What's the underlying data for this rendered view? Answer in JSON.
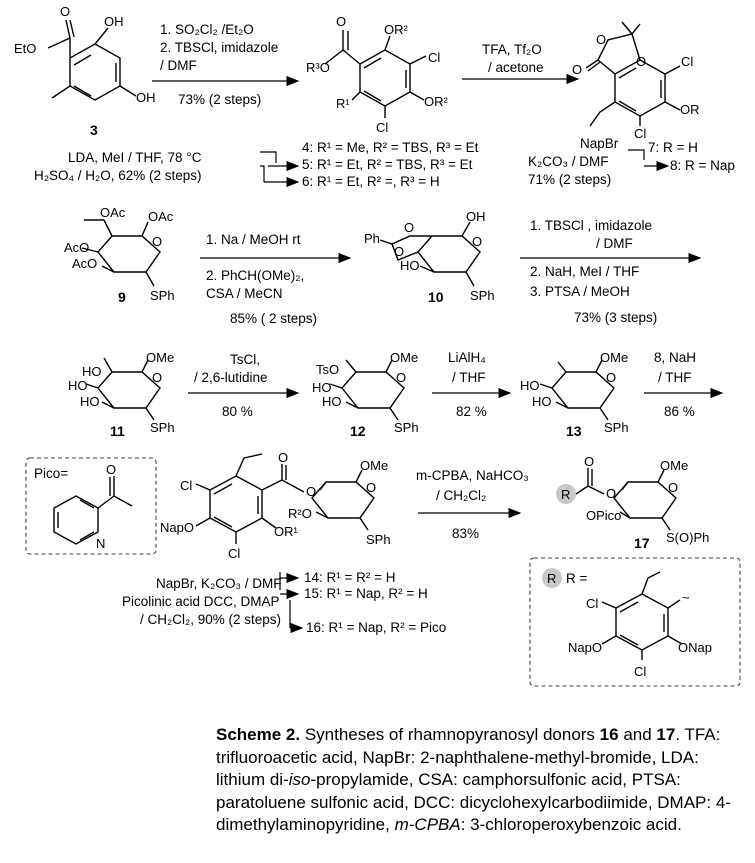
{
  "scheme": {
    "step1": {
      "reagents": [
        "1. SO₂Cl₂ /Et₂O",
        "2. TBSCl, imidazole",
        "/ DMF"
      ],
      "yield": "73% (2 steps)"
    },
    "step2": {
      "reagents": [
        "TFA, Tf₂O",
        "/ acetone"
      ]
    },
    "step3": {
      "reagents": [
        "NapBr",
        "K₂CO₃ / DMF",
        "71% (2 steps)"
      ]
    },
    "step_lda": {
      "lines": [
        "LDA, MeI / THF, 78 °C",
        "H₂SO₄ / H₂O, 62% (2 steps)"
      ]
    },
    "compounds_4_6": [
      "4: R¹ = Me, R² = TBS, R³ = Et",
      "5: R¹ = Et, R² = TBS, R³ = Et",
      "6: R¹ = Et, R² =, R³ = H"
    ],
    "compounds_7_8": [
      "7: R = H",
      "8: R = Nap"
    ],
    "step_9_10": {
      "reagents": [
        "1. Na / MeOH rt",
        "2. PhCH(OMe)₂,",
        "CSA / MeCN"
      ],
      "yield": "85% ( 2 steps)"
    },
    "step_10_11": {
      "reagents": [
        "1. TBSCl , imidazole",
        "/ DMF",
        "2. NaH, MeI / THF",
        "3. PTSA / MeOH"
      ],
      "yield": "73% (3 steps)"
    },
    "step_11_12": {
      "reagents": [
        "TsCl,",
        "/ 2,6-lutidine"
      ],
      "yield": "80 %"
    },
    "step_12_13": {
      "reagents": [
        "LiAlH₄",
        "/ THF"
      ],
      "yield": "82 %"
    },
    "step_13_14": {
      "reagents": [
        "8, NaH",
        "/ THF"
      ],
      "yield": "86 %"
    },
    "step_16_17": {
      "reagents": [
        "m-CPBA, NaHCO₃",
        "/ CH₂Cl₂"
      ],
      "yield": "83%"
    },
    "step_14_16": {
      "lines": [
        "NapBr, K₂CO₃ / DMF",
        "Picolinic acid DCC, DMAP",
        "/ CH₂Cl₂, 90% (2 steps)"
      ]
    },
    "compounds_14_16": [
      "14: R¹ = R² = H",
      "15: R¹ = Nap, R² = H",
      "16: R¹ = Nap, R² = Pico"
    ],
    "compound_numbers": [
      "3",
      "9",
      "10",
      "11",
      "12",
      "13",
      "17"
    ],
    "pico_label": "Pico=",
    "r_label": "R =",
    "atoms": {
      "etoc": "EtO",
      "oh": "OH",
      "or2": "OR²",
      "r3o": "R³O",
      "r1": "R¹",
      "cl": "Cl",
      "or": "OR",
      "o": "O",
      "oac": "OAc",
      "aco": "AcO",
      "sph": "SPh",
      "ph": "Ph",
      "ho": "HO",
      "ome": "OMe",
      "tso": "TsO",
      "napo": "NapO",
      "or1": "OR¹",
      "r2o": "R²O",
      "opico": "OPico",
      "sophph": "S(O)Ph",
      "r": "R",
      "onap": "ONap",
      "n": "N"
    }
  },
  "caption": {
    "title": "Scheme 2.",
    "text_1": " Syntheses of rhamnopyranosyl donors ",
    "num_a": "16",
    "text_2": " and ",
    "num_b": "17",
    "text_3": ". TFA: trifluoroacetic acid, NapBr: 2-naphthalene-methyl-bromide, LDA: lithium di-",
    "iso": "iso",
    "text_4": "-propylamide, CSA: camphorsulfonic acid, PTSA: paratoluene sulfonic acid, DCC: dicyclohexylcarbodiimide, DMAP: 4-dimethylaminopyridine, ",
    "mcpba": "m-CPBA",
    "text_5": ": 3-chloroperoxybenzoic acid."
  }
}
